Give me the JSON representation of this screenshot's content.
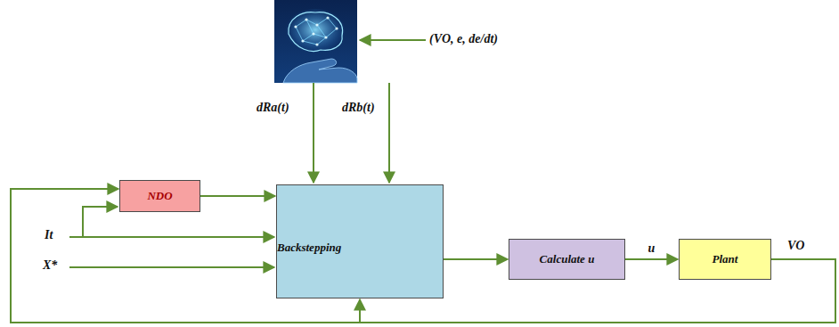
{
  "diagram": {
    "nodes": [
      {
        "text": [
          "NDO"
        ]
      },
      {
        "text": [
          "Backstepping"
        ]
      },
      {
        "text": [
          "Calculate u"
        ]
      },
      {
        "text": [
          "Plant"
        ]
      }
    ],
    "edges": [
      {
        "from": 0,
        "to": 1,
        "arrow": "to"
      },
      {
        "from": 1,
        "to": 2,
        "arrow": "to"
      },
      {
        "from": 2,
        "to": 3,
        "arrow": "to",
        "label": "u"
      },
      {
        "from": 3,
        "to": 0,
        "arrow": "to"
      },
      {
        "from": 3,
        "to": 1,
        "arrow": "to"
      }
    ],
    "labels": [
      "(VO, e, de/dt)",
      "dRa(t)",
      "dRb(t)",
      "It",
      "X*",
      "VO"
    ]
  }
}
